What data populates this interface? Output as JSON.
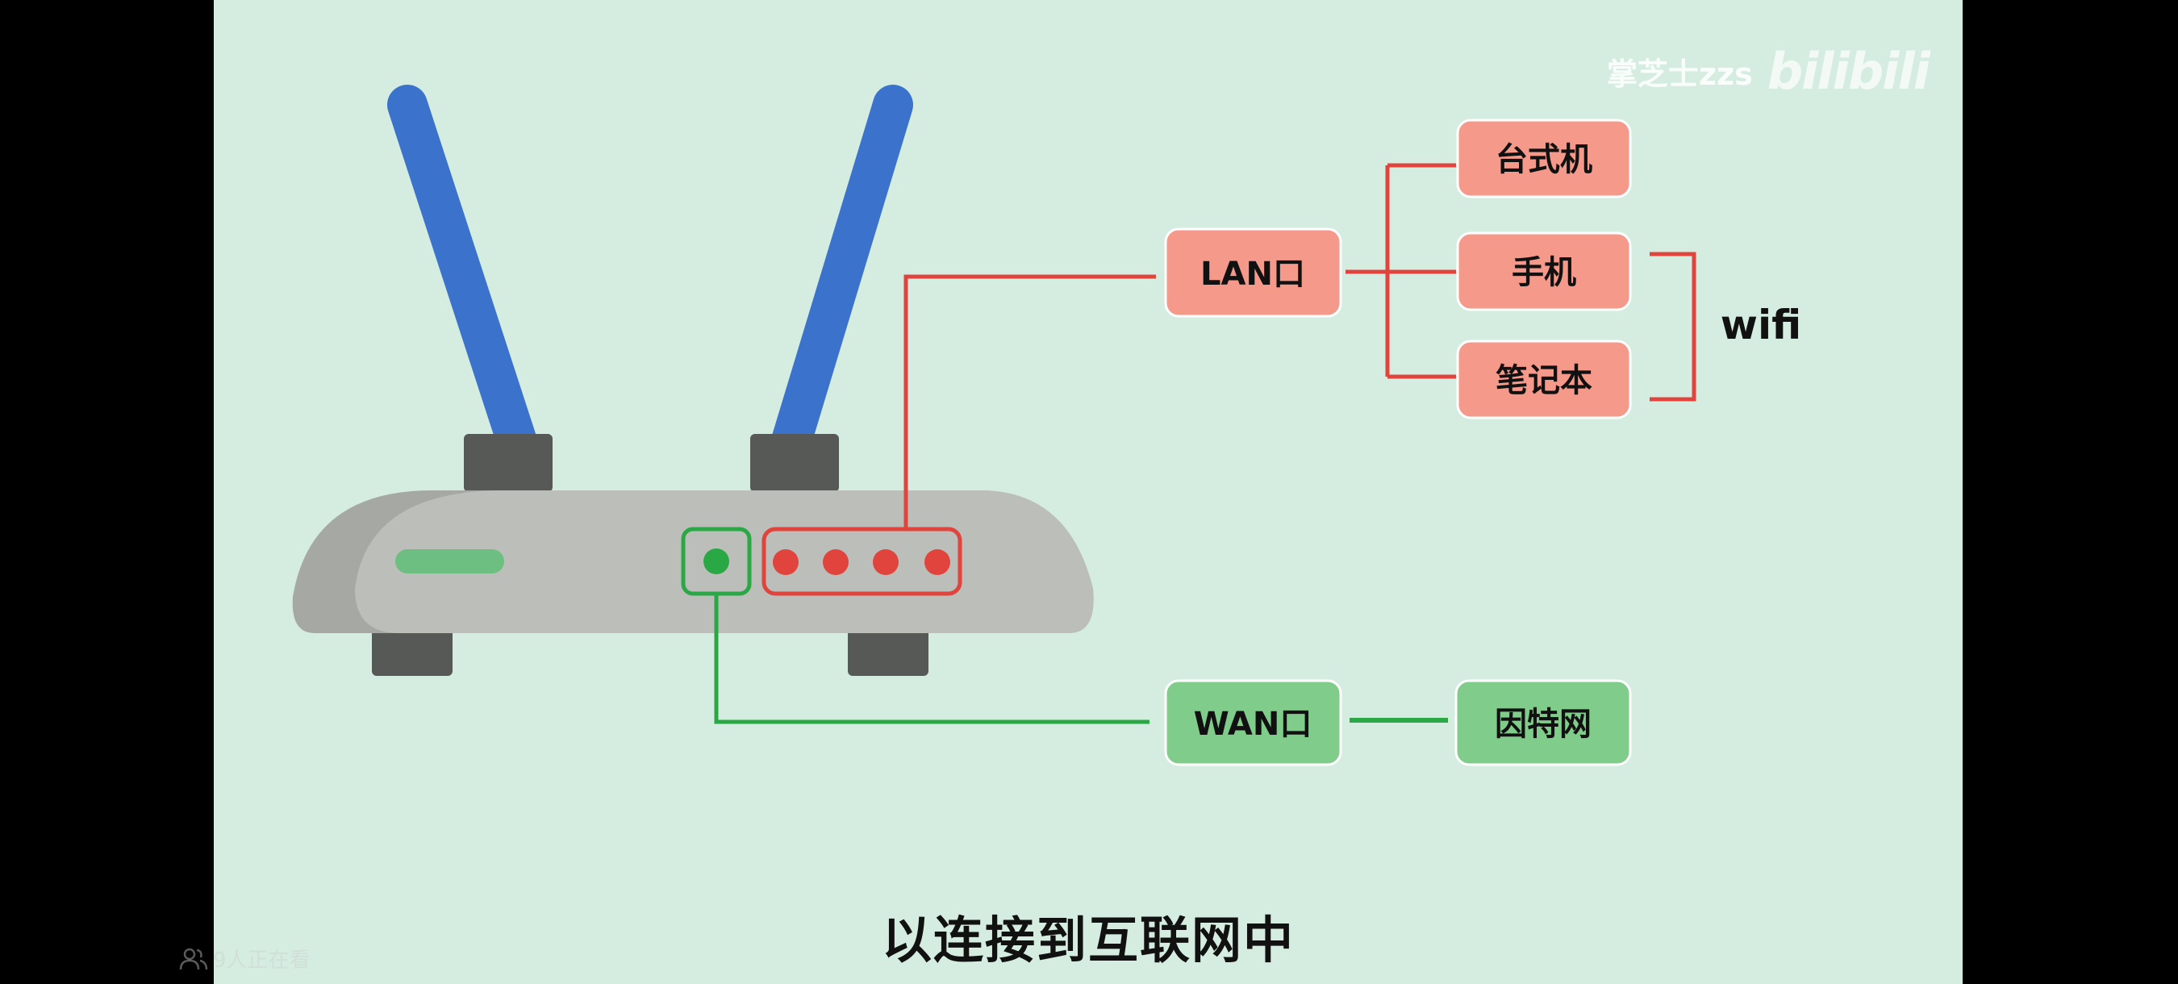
{
  "watermark": {
    "author": "掌芝士zzs",
    "brand": "bilibili"
  },
  "diagram": {
    "lan_label": "LAN口",
    "wan_label": "WAN口",
    "devices": [
      "台式机",
      "手机",
      "笔记本"
    ],
    "wifi_label": "wifi",
    "internet_label": "因特网"
  },
  "subtitle": "以连接到互联网中",
  "viewers": "9人正在看",
  "colors": {
    "background": "#d5ede0",
    "antenna": "#3a72cc",
    "router_body": "#bcbeb9",
    "lan": "#e0443c",
    "lan_node": "#f5998a",
    "wan": "#2aa845",
    "wan_node": "#80cc8a"
  }
}
